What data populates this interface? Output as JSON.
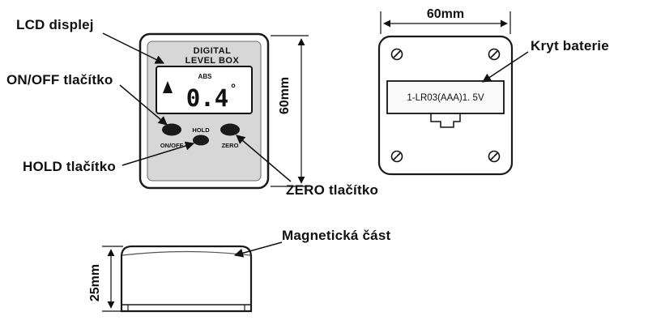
{
  "callouts": {
    "lcd": "LCD displej",
    "onoff": "ON/OFF tlačítko",
    "hold": "HOLD tlačítko",
    "zero": "ZERO tlačítko",
    "battery": "Kryt baterie",
    "magnet": "Magnetická část"
  },
  "front_view": {
    "brand_line1": "DIGITAL",
    "brand_line2": "LEVEL BOX",
    "lcd": {
      "mode": "ABS",
      "value": "0.4",
      "unit": "°"
    },
    "buttons": {
      "onoff": "ON/OFF",
      "hold": "HOLD",
      "zero": "ZERO"
    },
    "height_dimension": "60mm"
  },
  "back_view": {
    "width_dimension": "60mm",
    "battery_text": "1-LR03(AAA)1. 5V"
  },
  "side_view": {
    "height_dimension": "25mm"
  },
  "colors": {
    "line": "#111111",
    "face_gray": "#d7d7d7",
    "button_black": "#1a1a1a"
  }
}
